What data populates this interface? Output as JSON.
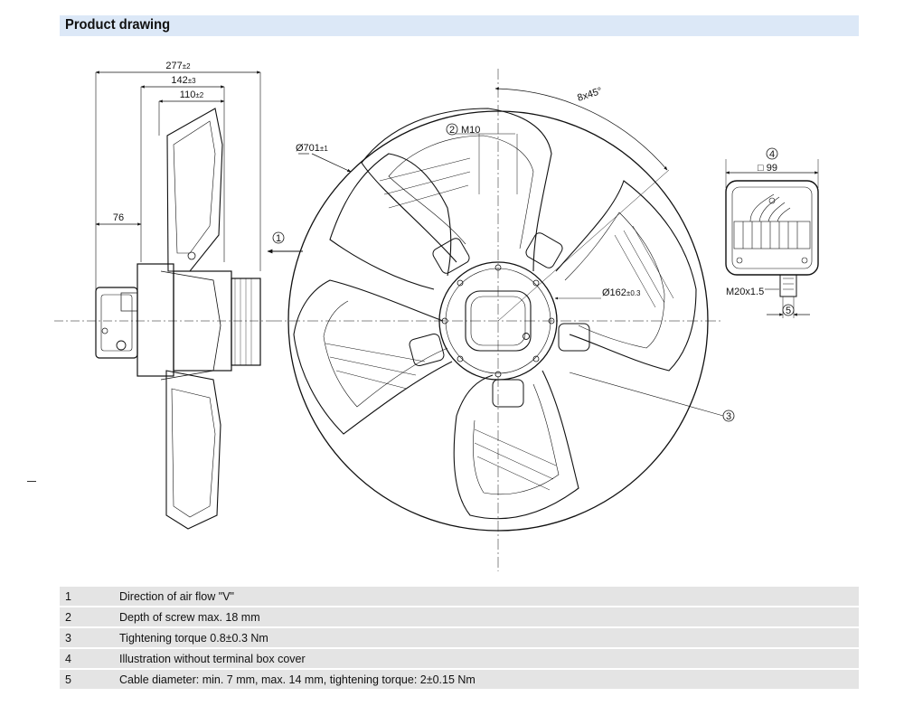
{
  "header": {
    "title": "Product drawing"
  },
  "dimensions": {
    "overall_depth": "277",
    "overall_depth_tol": "±2",
    "mid_depth": "142",
    "mid_depth_tol": "±3",
    "inner_depth": "110",
    "inner_depth_tol": "±2",
    "offset": "76",
    "diameter_outer": "Ø701",
    "diameter_outer_tol": "±1",
    "diameter_hub": "Ø162",
    "diameter_hub_tol": "±0.3",
    "angle_pattern": "8x45°",
    "thread_m10": "M10",
    "box_size": "□ 99",
    "cable_gland": "M20x1.5"
  },
  "callouts": {
    "c1": "1",
    "c2": "2",
    "c3": "3",
    "c4": "4",
    "c5": "5"
  },
  "notes": [
    {
      "num": "1",
      "text": "Direction of air flow \"V\""
    },
    {
      "num": "2",
      "text": "Depth of screw max. 18 mm"
    },
    {
      "num": "3",
      "text": "Tightening torque 0.8±0.3 Nm"
    },
    {
      "num": "4",
      "text": "Illustration without terminal box cover"
    },
    {
      "num": "5",
      "text": "Cable diameter: min. 7 mm, max. 14 mm, tightening torque: 2±0.15 Nm"
    }
  ]
}
